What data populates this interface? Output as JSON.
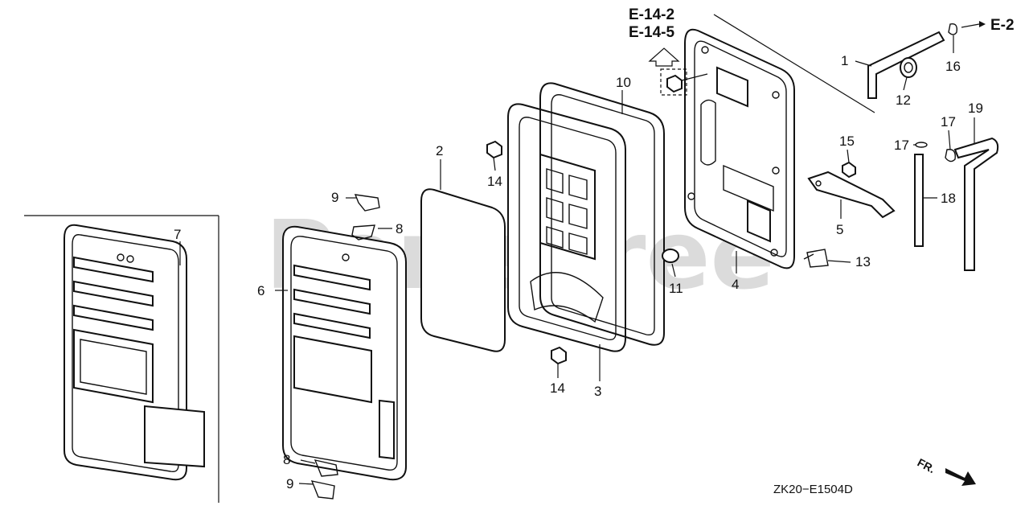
{
  "watermark": "PartsTree",
  "drawing_code": "ZK20−E1504D",
  "front_marker": "FR.",
  "references": [
    {
      "id": "ref-e14-2",
      "text": "E-14-2"
    },
    {
      "id": "ref-e14-5",
      "text": "E-14-5"
    },
    {
      "id": "ref-e2",
      "text": "E-2"
    }
  ],
  "callouts": [
    "1",
    "2",
    "3",
    "4",
    "5",
    "6",
    "7",
    "8",
    "8",
    "9",
    "9",
    "10",
    "11",
    "12",
    "13",
    "14",
    "14",
    "15",
    "16",
    "17",
    "17",
    "18",
    "19"
  ],
  "colors": {
    "line": "#111111",
    "watermark": "#cfcfcf",
    "background": "#ffffff"
  }
}
